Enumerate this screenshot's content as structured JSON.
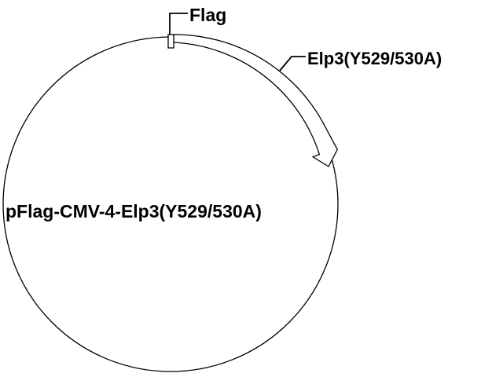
{
  "plasmid": {
    "name": "pFlag-CMV-4-Elp3(Y529/530A)",
    "backbone_color": "#000000",
    "background_color": "#ffffff",
    "features": [
      {
        "id": "flag",
        "label": "Flag",
        "type": "tag",
        "shape": "box",
        "fill": "#ffffff",
        "stroke": "#000000"
      },
      {
        "id": "elp3",
        "label": "Elp3(Y529/530A)",
        "type": "gene",
        "shape": "arrow",
        "direction": "clockwise",
        "fill": "#ffffff",
        "stroke": "#000000"
      }
    ]
  }
}
